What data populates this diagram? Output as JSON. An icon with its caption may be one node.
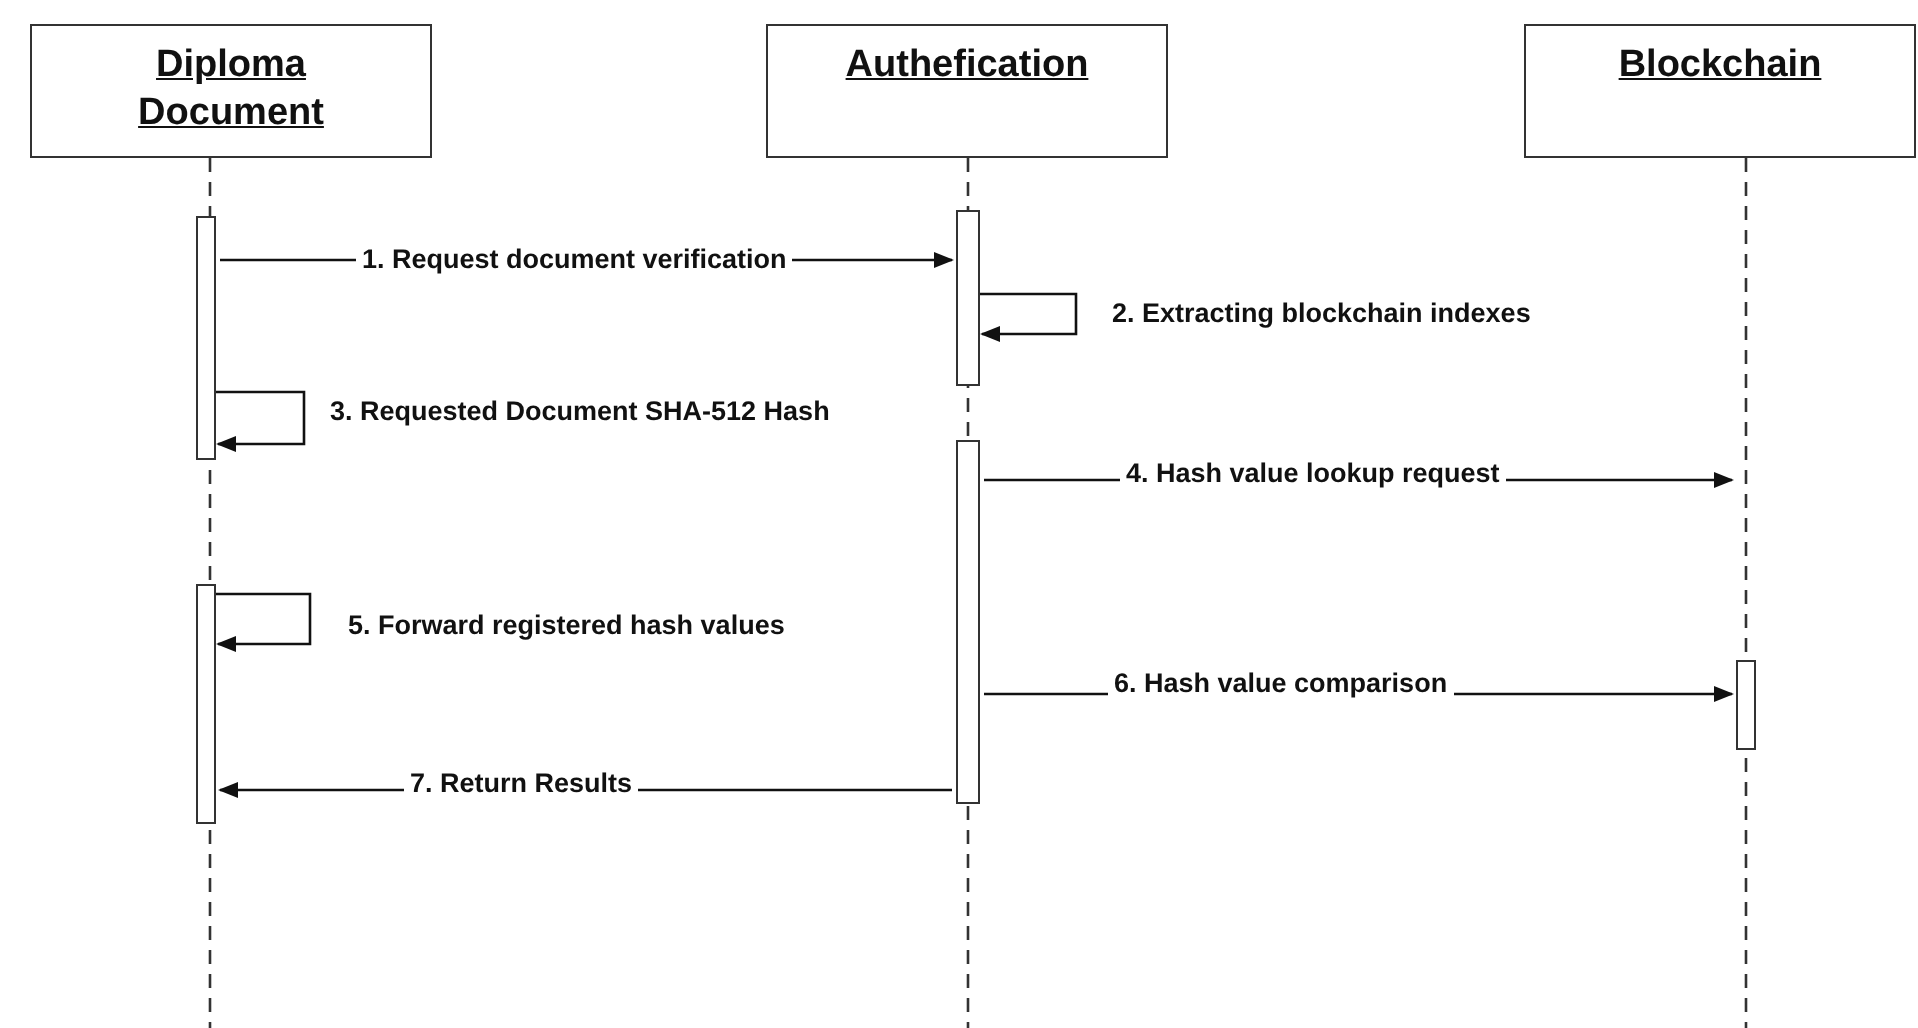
{
  "diagram": {
    "nodes": [
      {
        "text": [
          "Diploma Document"
        ]
      },
      {
        "text": [
          "Authefication"
        ]
      },
      {
        "text": [
          "Blockchain"
        ]
      },
      {
        "text": [],
        "shape": "bar"
      },
      {
        "text": [],
        "shape": "bar"
      },
      {
        "text": [],
        "shape": "bar"
      },
      {
        "text": [],
        "shape": "bar"
      },
      {
        "text": [],
        "shape": "bar"
      }
    ],
    "edges": [
      {
        "from": 3,
        "to": 5,
        "arrow": "to",
        "label": "1. Request document verification"
      },
      {
        "from": 5,
        "to": 5,
        "arrow": "to",
        "label": "2. Extracting blockchain indexes"
      },
      {
        "from": 3,
        "to": 3,
        "arrow": "to",
        "label": "3. Requested Document SHA-512 Hash"
      },
      {
        "from": 6,
        "to": null,
        "arrow": "to",
        "label": "4. Hash value lookup request"
      },
      {
        "from": 4,
        "to": 4,
        "arrow": "to",
        "label": "5. Forward registered hash values"
      },
      {
        "from": 6,
        "to": 7,
        "arrow": "to",
        "label": "6. Hash value comparison"
      },
      {
        "from": 6,
        "to": 4,
        "arrow": "to",
        "label": "7. Return Results"
      }
    ]
  }
}
